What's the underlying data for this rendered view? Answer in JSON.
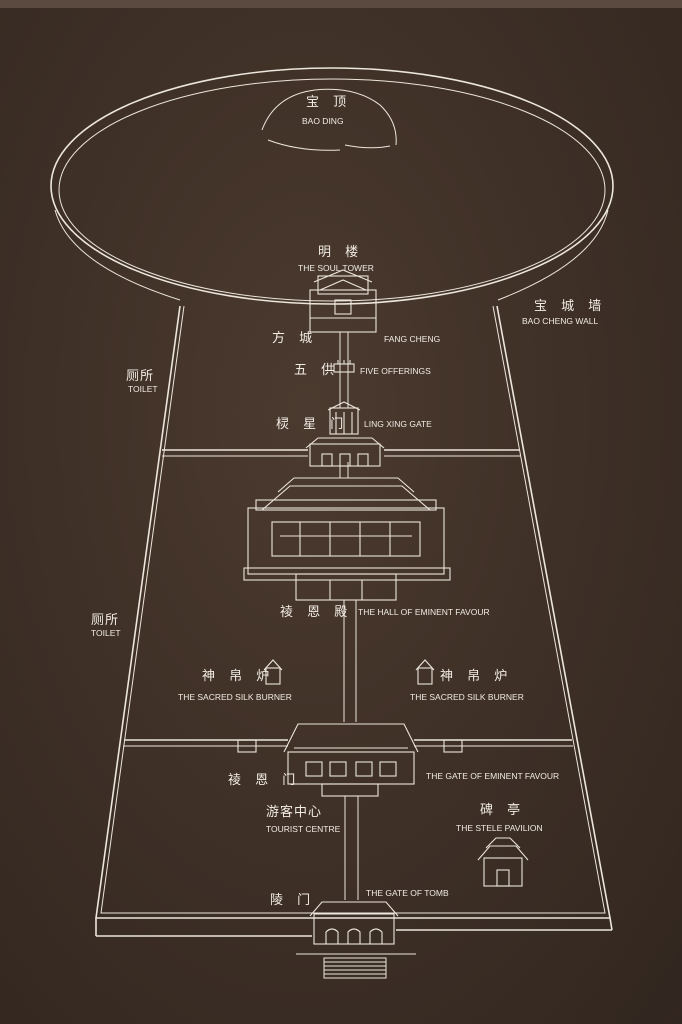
{
  "labels": {
    "bao_ding": {
      "cn": "宝 顶",
      "en": "BAO DING"
    },
    "soul_tower": {
      "cn": "明 楼",
      "en": "THE SOUL TOWER"
    },
    "bao_cheng_wall": {
      "cn": "宝 城 墙",
      "en": "BAO CHENG WALL"
    },
    "fang_cheng": {
      "cn": "方 城",
      "en": "FANG CHENG"
    },
    "five_offerings": {
      "cn": "五 供",
      "en": "FIVE OFFERINGS"
    },
    "ling_xing_gate": {
      "cn": "棂 星 门",
      "en": "LING XING GATE"
    },
    "toilet_upper": {
      "cn": "厕所",
      "en": "TOILET"
    },
    "toilet_lower": {
      "cn": "厕所",
      "en": "TOILET"
    },
    "hall_eminent_favour": {
      "cn": "祾 恩 殿",
      "en": "THE HALL OF EMINENT FAVOUR"
    },
    "silk_burner_left": {
      "cn": "神 帛 炉",
      "en": "THE SACRED SILK BURNER"
    },
    "silk_burner_right": {
      "cn": "神 帛 炉",
      "en": "THE SACRED  SILK  BURNER"
    },
    "gate_eminent_favour": {
      "cn": "祾 恩 门",
      "en": "THE GATE OF EMINENT FAVOUR"
    },
    "tourist_centre": {
      "cn": "游客中心",
      "en": "TOURIST CENTRE"
    },
    "stele_pavilion": {
      "cn": "碑 亭",
      "en": "THE STELE PAVILION"
    },
    "gate_of_tomb": {
      "cn": "陵 门",
      "en": "THE GATE OF TOMB"
    }
  },
  "colors": {
    "board": "#3f3027",
    "line": "#ece6dc"
  }
}
